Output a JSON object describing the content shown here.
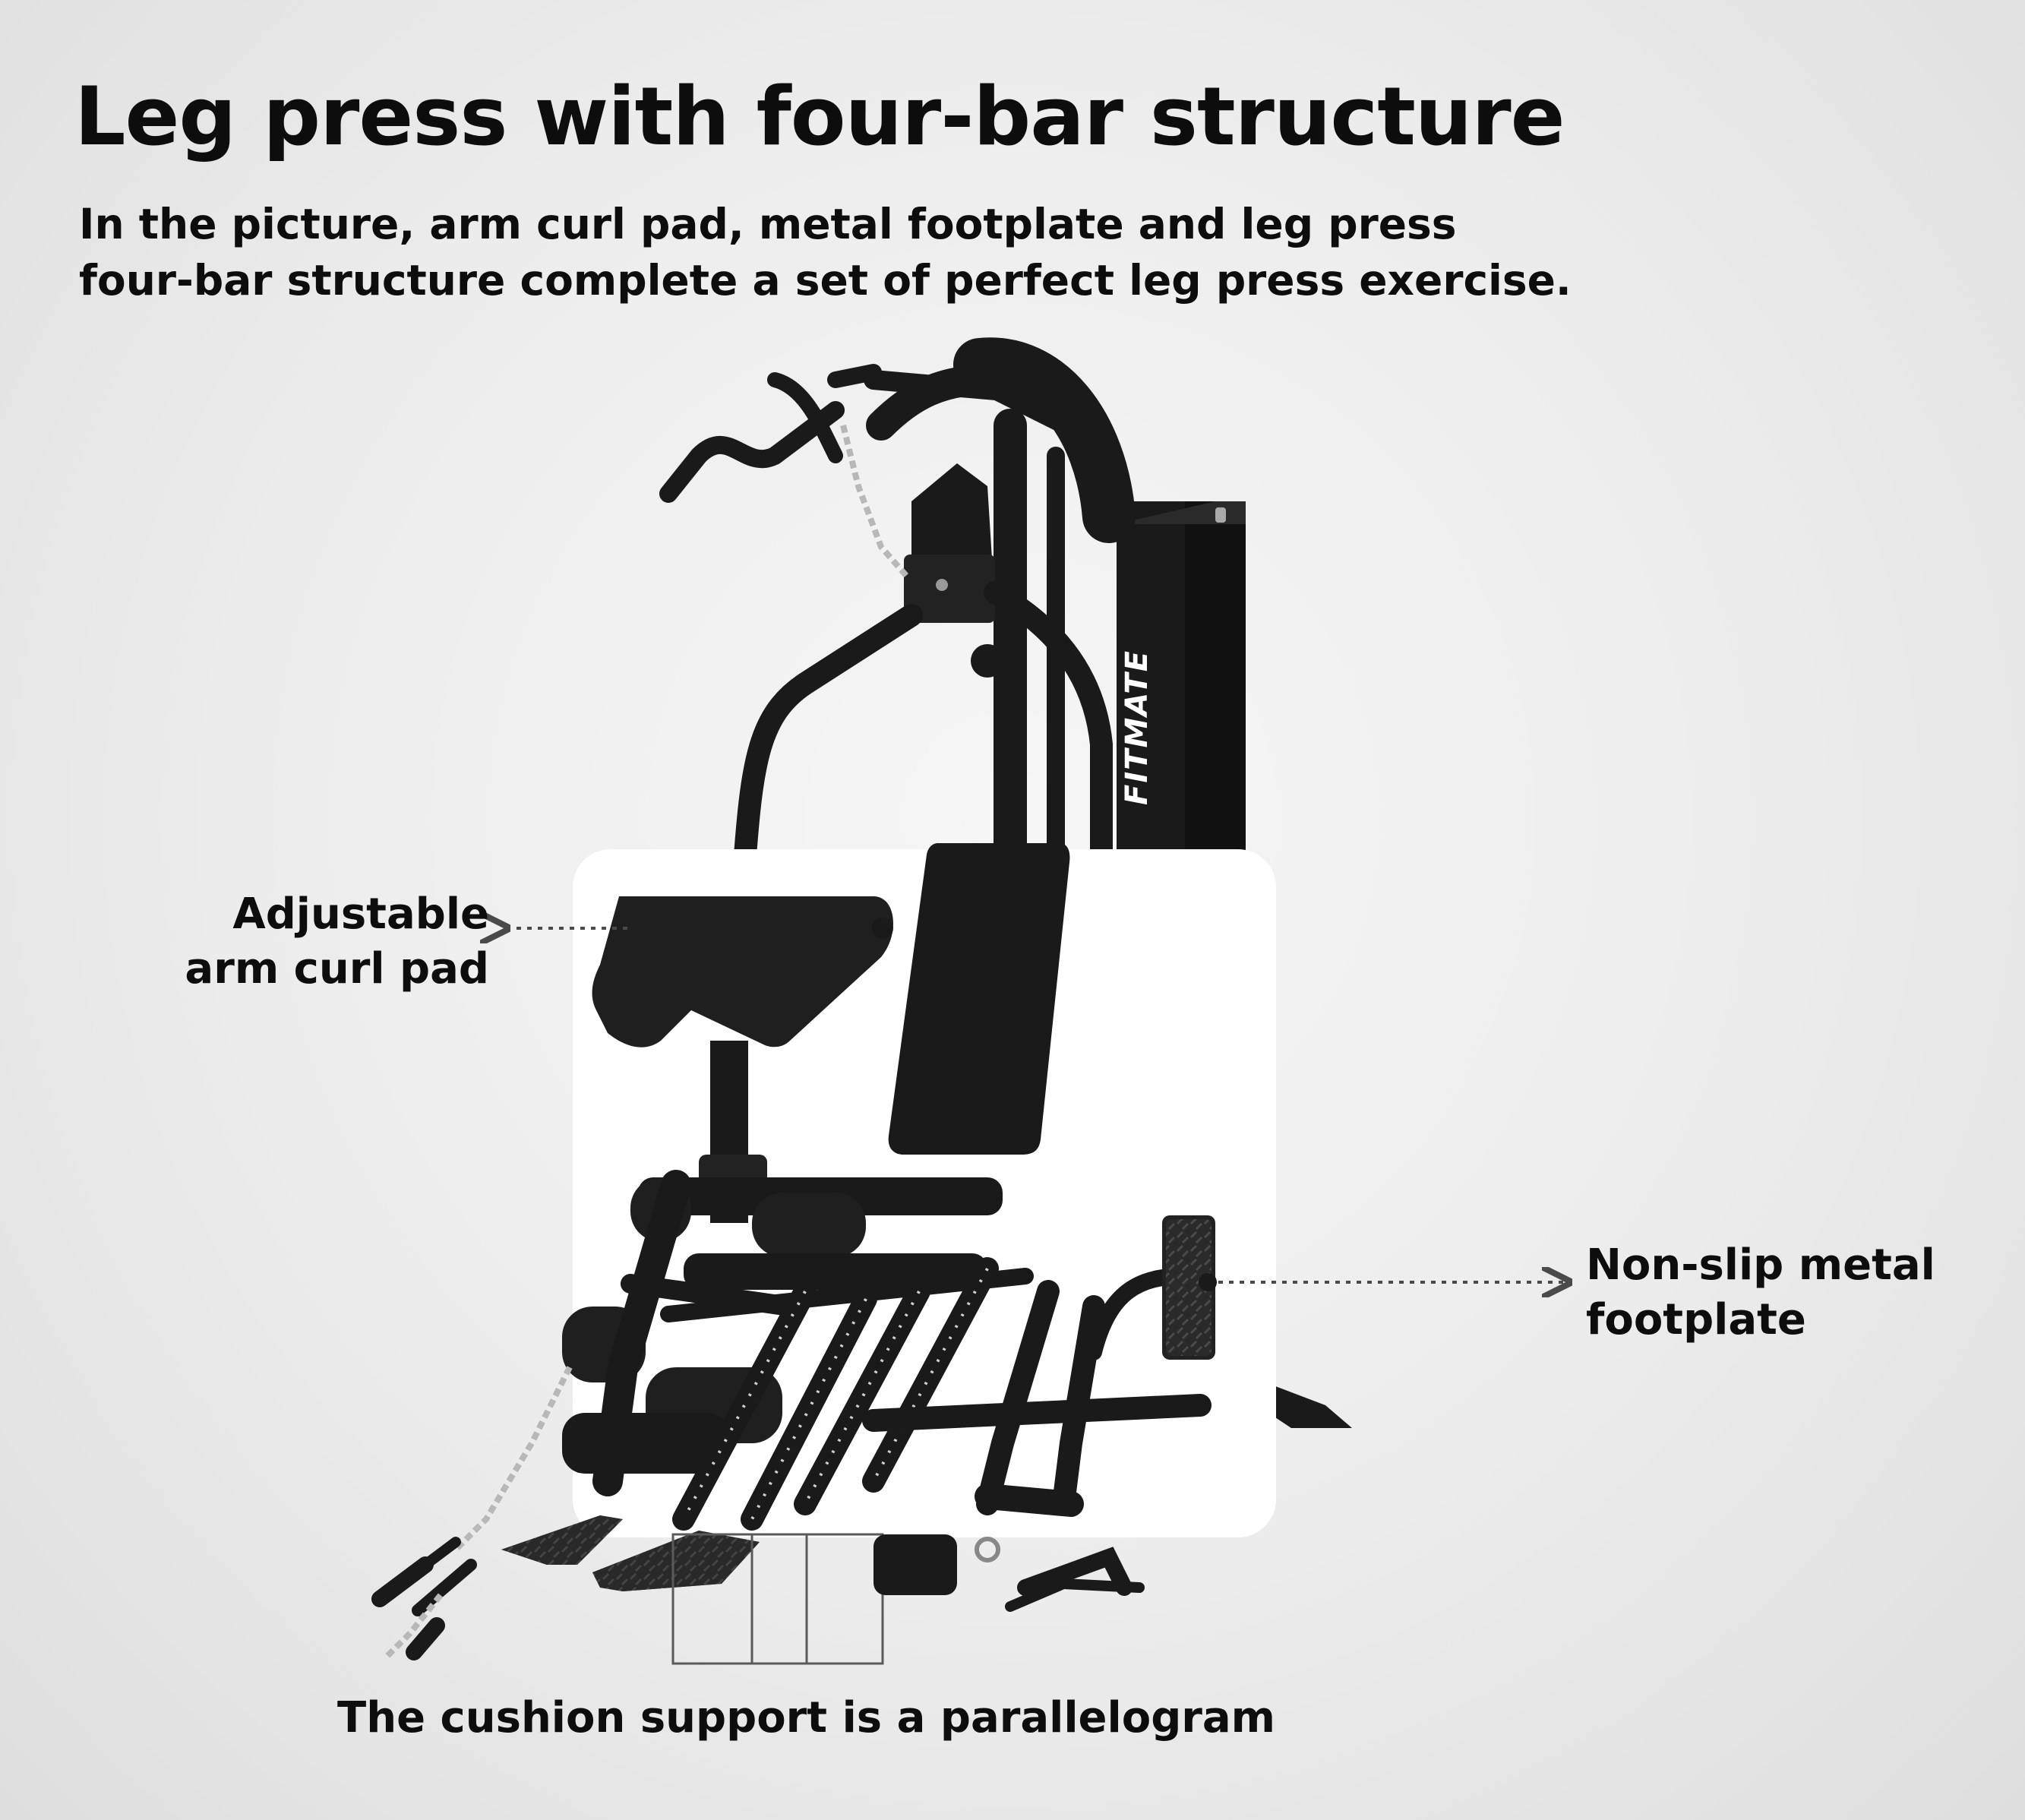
{
  "title": "Leg press with four-bar structure",
  "subtitle": {
    "line1": "In the picture, arm curl pad, metal footplate and leg press",
    "line2": "four-bar structure complete a set of perfect leg press exercise."
  },
  "brand": "FITMATE",
  "callouts": {
    "arm_pad": {
      "line1": "Adjustable",
      "line2": "arm curl pad"
    },
    "footplate": {
      "line1": "Non-slip metal",
      "line2": "footplate"
    },
    "cushion": "The cushion support is a parallelogram"
  },
  "colors": {
    "background": "#ececec",
    "text": "#0d0d0d",
    "machine": "#1a1a1a",
    "highlight_panel": "#ffffff"
  }
}
